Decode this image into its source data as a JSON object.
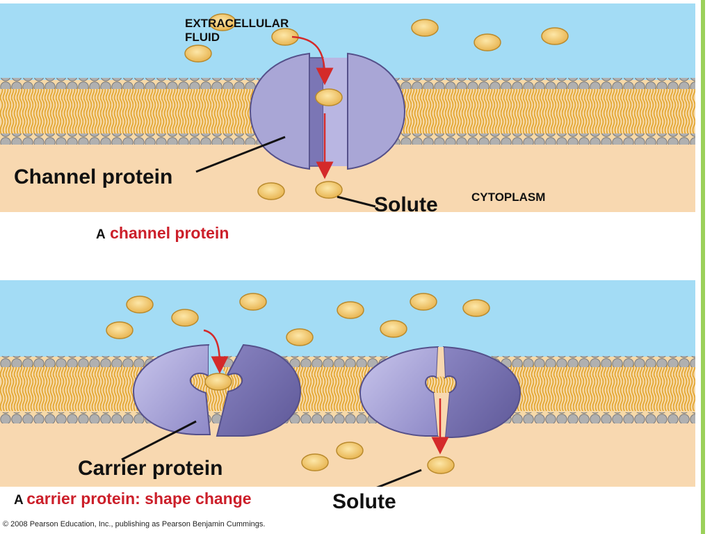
{
  "top_panel": {
    "extracellular_label": "EXTRACELLULAR\nFLUID",
    "cytoplasm_label": "CYTOPLASM",
    "channel_protein_label": "Channel protein",
    "solute_label": "Solute",
    "caption_prefix": "A",
    "caption_text": "channel protein"
  },
  "bottom_panel": {
    "carrier_protein_label": "Carrier protein",
    "solute_label": "Solute",
    "caption_prefix": "A",
    "caption_text": "carrier protein:  shape change"
  },
  "copyright": "© 2008 Pearson Education, Inc., publishing as Pearson Benjamin Cummings.",
  "colors": {
    "extracellular": "#a3dcf5",
    "cytoplasm": "#f8d8b0",
    "lipid_head": "#a8a8a8",
    "lipid_tail": "#e8b030",
    "protein": "#a9a6d6",
    "protein_dark": "#6f6aa8",
    "solute": "#f5d07a",
    "arrow": "#d42a2a",
    "caption_red": "#cc1f2a",
    "accent_bar": "#9bd15a"
  }
}
